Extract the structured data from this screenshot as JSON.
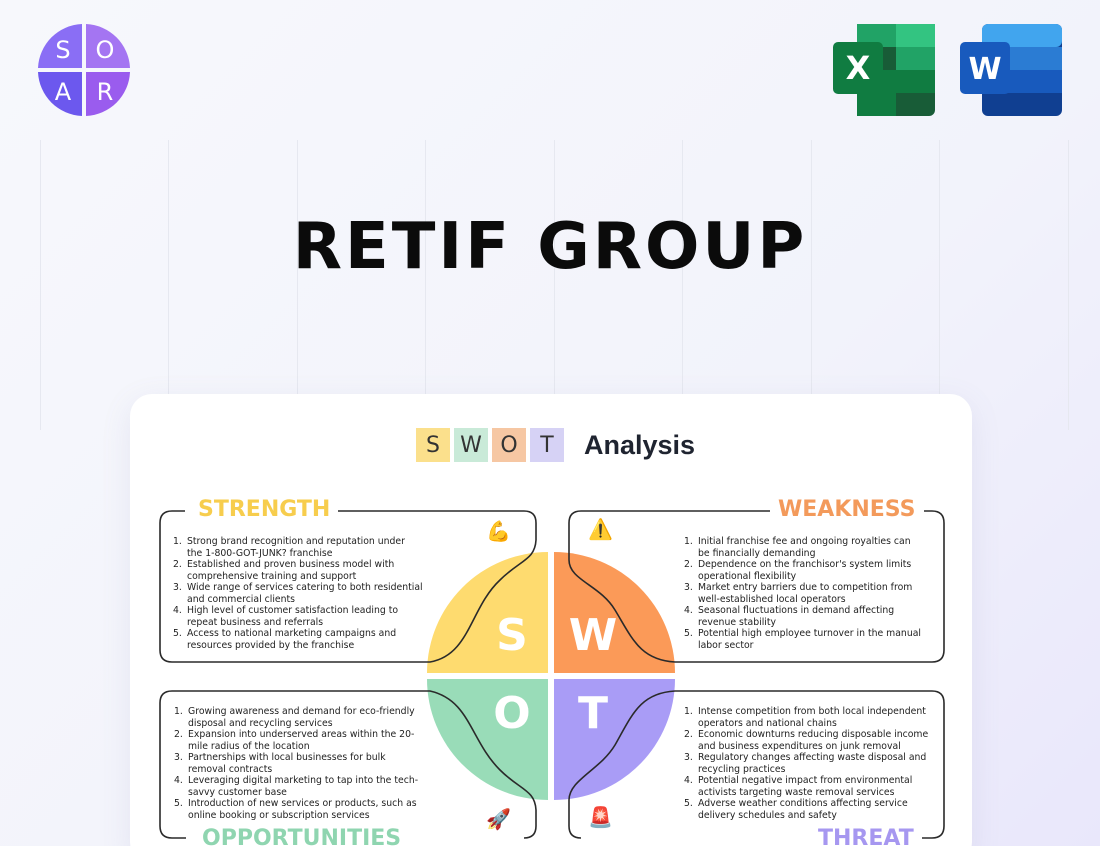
{
  "logo": {
    "letters": [
      "S",
      "O",
      "A",
      "R"
    ],
    "colors": [
      "#7b6cf6",
      "#a77af3",
      "#6c56ee",
      "#9b5ff0"
    ]
  },
  "apps": [
    {
      "name": "excel",
      "letter": "X",
      "color": "#107c41"
    },
    {
      "name": "word",
      "letter": "W",
      "color": "#185abd"
    }
  ],
  "title": "RETIF GROUP",
  "swot_heading": {
    "letters": [
      {
        "char": "S",
        "color": "#fbe08c"
      },
      {
        "char": "W",
        "color": "#c9ead8"
      },
      {
        "char": "O",
        "color": "#f6c7a3"
      },
      {
        "char": "T",
        "color": "#d6d2f5"
      }
    ],
    "text": "Analysis"
  },
  "quadrants": {
    "strength": {
      "label": "STRENGTH",
      "letter": "S",
      "color": "#fedb6f",
      "icon": "flexed-biceps-icon",
      "emoji": "💪",
      "items": [
        "Strong brand recognition and reputation under the 1-800-GOT-JUNK? franchise",
        "Established and proven business model with comprehensive training and support",
        "Wide range of services catering to both residential and commercial clients",
        "High level of customer satisfaction leading to repeat business and referrals",
        "Access to national marketing campaigns and resources provided by the franchise"
      ]
    },
    "weakness": {
      "label": "WEAKNESS",
      "letter": "W",
      "color": "#fb9a58",
      "icon": "warning-icon",
      "emoji": "⚠️",
      "items": [
        "Initial franchise fee and ongoing royalties can be financially demanding",
        "Dependence on the franchisor's system limits operational flexibility",
        "Market entry barriers due to competition from well-established local operators",
        "Seasonal fluctuations in demand affecting revenue stability",
        "Potential high employee turnover in the manual labor sector"
      ]
    },
    "opportunities": {
      "label": "OPPORTUNITIES",
      "letter": "O",
      "color": "#99dcb8",
      "icon": "rocket-icon",
      "emoji": "🚀",
      "items": [
        "Growing awareness and demand for eco-friendly disposal and recycling services",
        "Expansion into underserved areas within the 20-mile radius of the location",
        "Partnerships with local businesses for bulk removal contracts",
        "Leveraging digital marketing to tap into the tech-savvy customer base",
        "Introduction of new services or products, such as online booking or subscription services"
      ]
    },
    "threat": {
      "label": "THREAT",
      "letter": "T",
      "color": "#a99cf6",
      "icon": "siren-icon",
      "emoji": "🚨",
      "items": [
        "Intense competition from both local independent operators and national chains",
        "Economic downturns reducing disposable income and business expenditures on junk removal",
        "Regulatory changes affecting waste disposal and recycling practices",
        "Potential negative impact from environmental activists targeting waste removal services",
        "Adverse weather conditions affecting service delivery schedules and safety"
      ]
    }
  }
}
